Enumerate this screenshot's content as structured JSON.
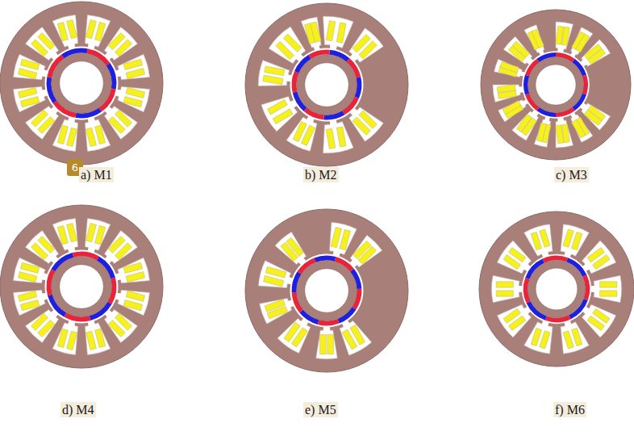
{
  "diagram": {
    "labels": [
      "6",
      "a) M1",
      "b) M2",
      "c) M3",
      "d) M4",
      "e) M5",
      "f) M6"
    ]
  }
}
